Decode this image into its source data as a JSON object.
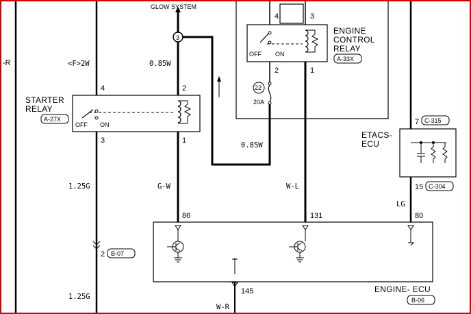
{
  "diagram": {
    "top_label": "GLOW SYSTEM",
    "left_edge_label": "-R",
    "wires": {
      "w_f2w": "<F>2W",
      "w_085w_top": "0.85W",
      "w_085w_mid": "0.85W",
      "w_125g_a": "1.25G",
      "w_gw": "G-W",
      "w_wl": "W-L",
      "w_lg": "LG",
      "w_125g_b": "1.25G",
      "w_wr": "W-R"
    },
    "starter_relay": {
      "title_line1": "STARTER",
      "title_line2": "RELAY",
      "connector": "A-27X",
      "off": "OFF",
      "on": "ON",
      "pins": {
        "p4": "4",
        "p2": "2",
        "p3": "3",
        "p1": "1"
      }
    },
    "engine_control_relay": {
      "title_line1": "ENGINE",
      "title_line2": "CONTROL",
      "title_line3": "RELAY",
      "connector": "A-33X",
      "off": "OFF",
      "on": "ON",
      "pins": {
        "p4": "4",
        "p3": "3",
        "p2": "2",
        "p1": "1"
      }
    },
    "fuse": {
      "number": "22",
      "rating": "20A"
    },
    "junction": {
      "number": "3"
    },
    "etacs": {
      "title_line1": "ETACS-",
      "title_line2": "ECU",
      "pin_top": "7",
      "connector_top": "C-315",
      "pin_bottom": "15",
      "connector_bottom": "C-304"
    },
    "engine_ecu": {
      "title": "ENGINE- ECU",
      "connector": "B-06",
      "pins": {
        "p86": "86",
        "p131": "131",
        "p80": "80",
        "p145": "145"
      }
    },
    "left_connector": {
      "pin": "2",
      "connector": "B-07"
    },
    "colors": {
      "border": "#d40000",
      "wire": "#000000",
      "component_border": "#000000"
    }
  }
}
